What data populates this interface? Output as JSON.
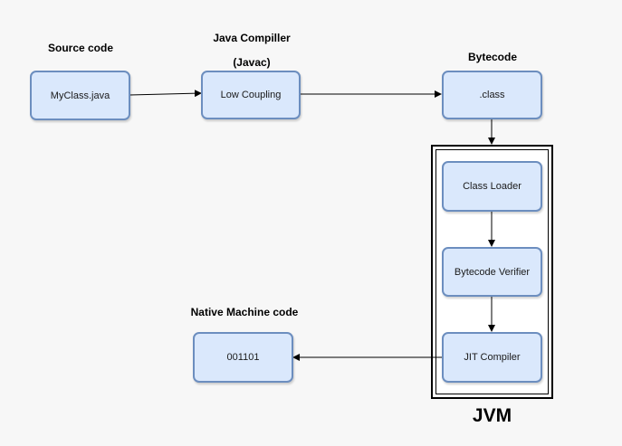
{
  "headings": {
    "source_code": "Source code",
    "java_compiler_line1": "Java Compiller",
    "java_compiler_line2": "(Javac)",
    "bytecode": "Bytecode",
    "native_machine_code": "Native Machine code",
    "jvm": "JVM"
  },
  "nodes": {
    "myclass": "MyClass.java",
    "compiler": "Low Coupling",
    "class_file": ".class",
    "class_loader": "Class Loader",
    "bytecode_verifier": "Bytecode Verifier",
    "jit_compiler": "JIT Compiler",
    "native_output": "001101"
  },
  "colors": {
    "node_fill": "#dae8fc",
    "node_stroke": "#6c8ebf",
    "arrow": "#000000"
  }
}
